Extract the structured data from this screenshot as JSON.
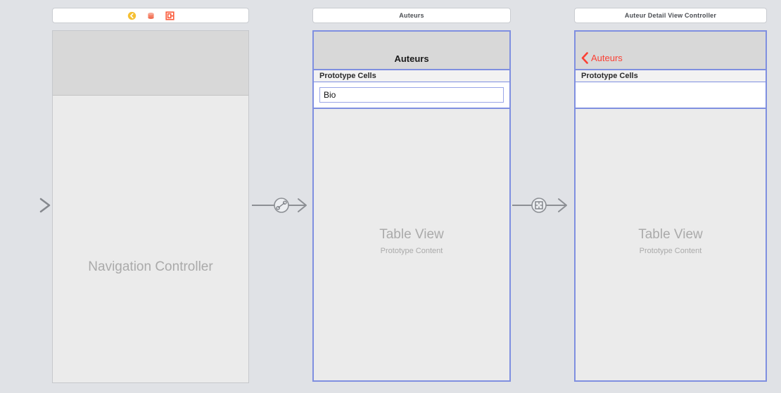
{
  "canvas": {
    "background": "#e0e2e6",
    "arrow_color": "#8c8f94",
    "selection_color": "#7f8fe0",
    "tint_red": "#fb4034",
    "placeholder_gray": "#aaaaaa"
  },
  "entry_point": {
    "name": "storyboard-entry-point-arrow"
  },
  "scenes": [
    {
      "id": "navigation-controller",
      "title_icons": [
        {
          "name": "view-controller-icon",
          "color": "#f5c033",
          "glyph": "chevron-left-circle"
        },
        {
          "name": "first-responder-icon",
          "color": "#f5846a",
          "glyph": "cylinder"
        },
        {
          "name": "exit-icon",
          "color": "#fa5c3c",
          "glyph": "exit-square"
        }
      ],
      "placeholder_title": "Navigation Controller",
      "placeholder_sub": "",
      "selected": false
    },
    {
      "id": "auteurs-table-view-controller",
      "title": "Auteurs",
      "navbar_title": "Auteurs",
      "prototype_header": "Prototype Cells",
      "cells": [
        {
          "label": "Bio"
        }
      ],
      "placeholder_title": "Table View",
      "placeholder_sub": "Prototype Content",
      "selected": true
    },
    {
      "id": "auteur-detail-view-controller",
      "title": "Auteur Detail View Controller",
      "back_button_label": "Auteurs",
      "prototype_header": "Prototype Cells",
      "cells": [
        {
          "label": ""
        }
      ],
      "placeholder_title": "Table View",
      "placeholder_sub": "Prototype Content",
      "selected": true
    }
  ],
  "segues": [
    {
      "id": "relationship-segue",
      "icon_name": "relationship-segue-icon",
      "from": "navigation-controller",
      "to": "auteurs-table-view-controller"
    },
    {
      "id": "show-segue",
      "icon_name": "show-segue-icon",
      "from": "auteurs-table-view-controller",
      "to": "auteur-detail-view-controller"
    }
  ]
}
